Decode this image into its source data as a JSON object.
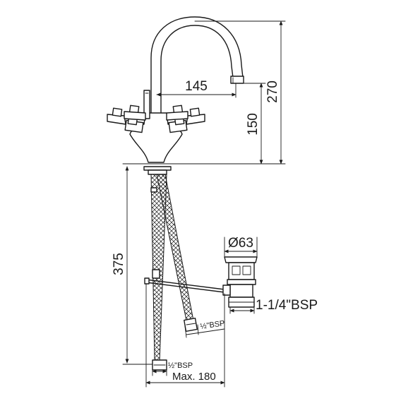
{
  "dimensions": {
    "spout_reach": "145",
    "total_height": "270",
    "spout_height": "150",
    "below_deck": "375",
    "waste_diameter": "Ø63",
    "waste_thread": "1-1/4\"BSP",
    "hose_thread_right": "½\"BSP",
    "hose_thread_left": "½\"BSP",
    "max_width": "Max. 180"
  }
}
